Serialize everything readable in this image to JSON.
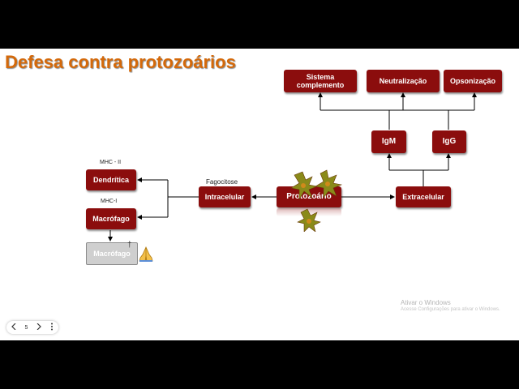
{
  "slide": {
    "title": "Defesa contra protozoários"
  },
  "nodes": {
    "sistema_complemento": "Sistema complemento",
    "neutralizacao": "Neutralização",
    "opsonizacao": "Opsonização",
    "igm": "IgM",
    "igg": "IgG",
    "extracelular": "Extracelular",
    "protozoario": "Protozoário",
    "intracelular": "Intracelular",
    "dendritica": "Dendrítica",
    "macrofago": "Macrófago",
    "macrofago_faded": "Macrófago"
  },
  "labels": {
    "fagocitose": "Fagocitose",
    "mhc_ii": "MHC - II",
    "mhc_i": "MHC-I",
    "cross_mark": "†"
  },
  "watermark": {
    "line1": "Ativar o Windows",
    "line2": "Acesse Configurações para ativar o Windows."
  },
  "pager": {
    "prev_icon": "chevron-left-icon",
    "page": "5",
    "next_icon": "chevron-right-icon",
    "menu_icon": "more-vertical-icon"
  },
  "colors": {
    "box": "#8b0d0d",
    "title": "#d4690a",
    "protozoa": "#8a8a1a"
  }
}
